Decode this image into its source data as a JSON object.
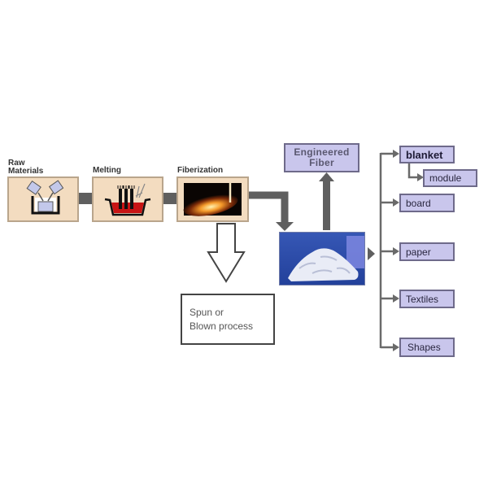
{
  "process_stages": [
    {
      "label_line1": "Raw",
      "label_line2": "Materials",
      "icon": "raw-materials-hopper-icon"
    },
    {
      "label_line1": "",
      "label_line2": "Melting",
      "icon": "melting-furnace-icon"
    },
    {
      "label_line1": "",
      "label_line2": "Fiberization",
      "icon": "fiberization-flame-image"
    }
  ],
  "side_process": {
    "line1": "Spun or",
    "line2": "Blown process"
  },
  "bulk_fiber": {
    "image": "bulk-fiber-pile-photo"
  },
  "engineered_fiber": {
    "line1": "Engineered",
    "line2": "Fiber"
  },
  "products": [
    {
      "label": "blanket",
      "bold": true
    },
    {
      "label": "module",
      "sub_of": "blanket"
    },
    {
      "label": "board"
    },
    {
      "label": "paper"
    },
    {
      "label": "Textiles"
    },
    {
      "label": "Shapes"
    }
  ],
  "colors": {
    "stage_fill": "#f3dcc0",
    "product_fill": "#c9c6ec",
    "connector": "#5f5f5f",
    "photo_blue": "#2d4fa8"
  }
}
